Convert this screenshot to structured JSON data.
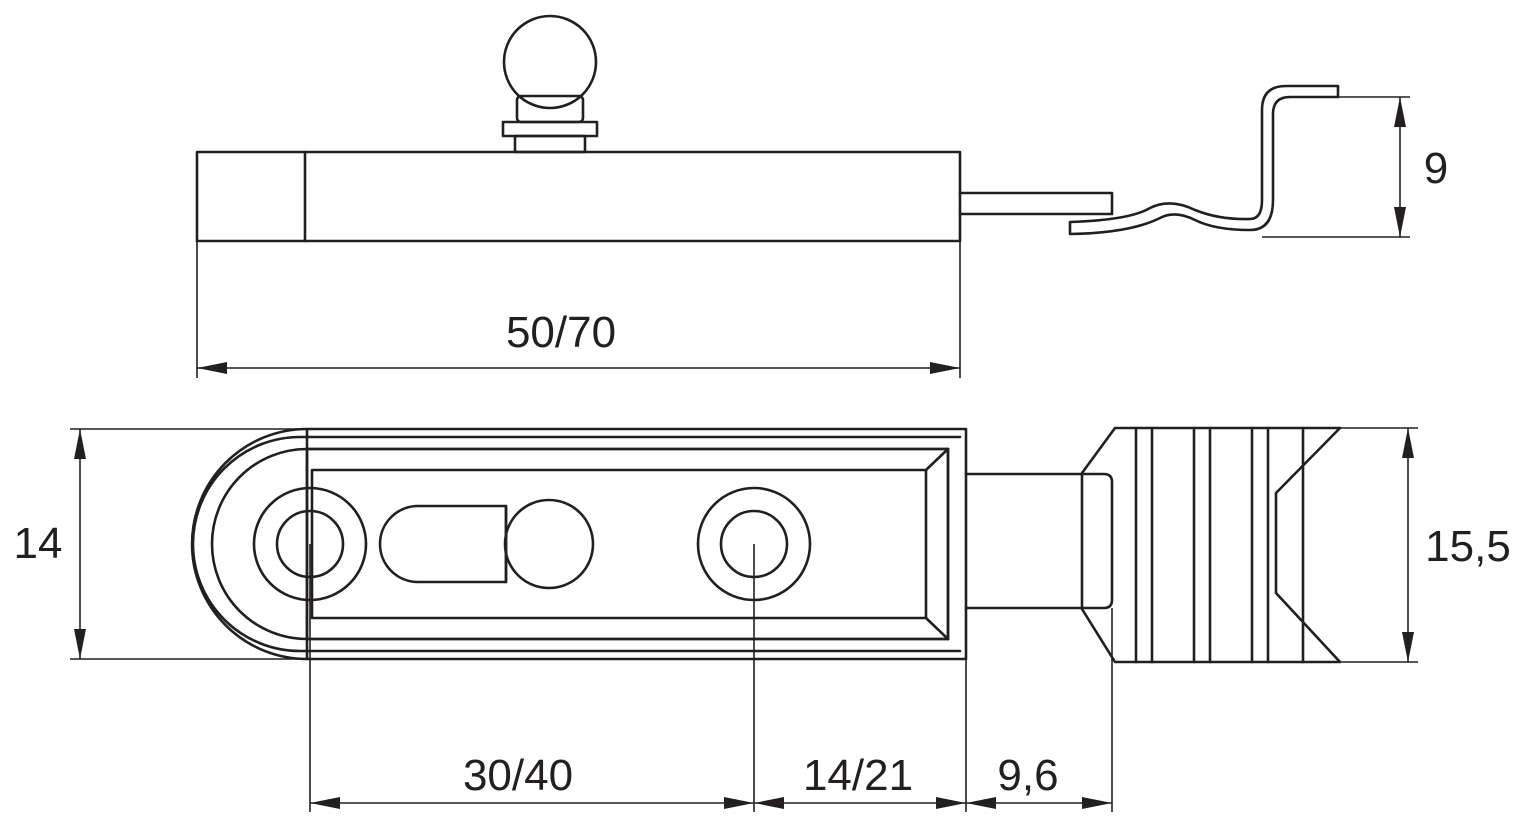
{
  "dimensions": {
    "overall_length": "50/70",
    "spring_height": "9",
    "body_width": "14",
    "keeper_width": "15,5",
    "hole_spacing": "30/40",
    "end_offset": "14/21",
    "bolt_travel": "9,6"
  },
  "colors": {
    "line": "#231f20",
    "background": "#ffffff"
  }
}
